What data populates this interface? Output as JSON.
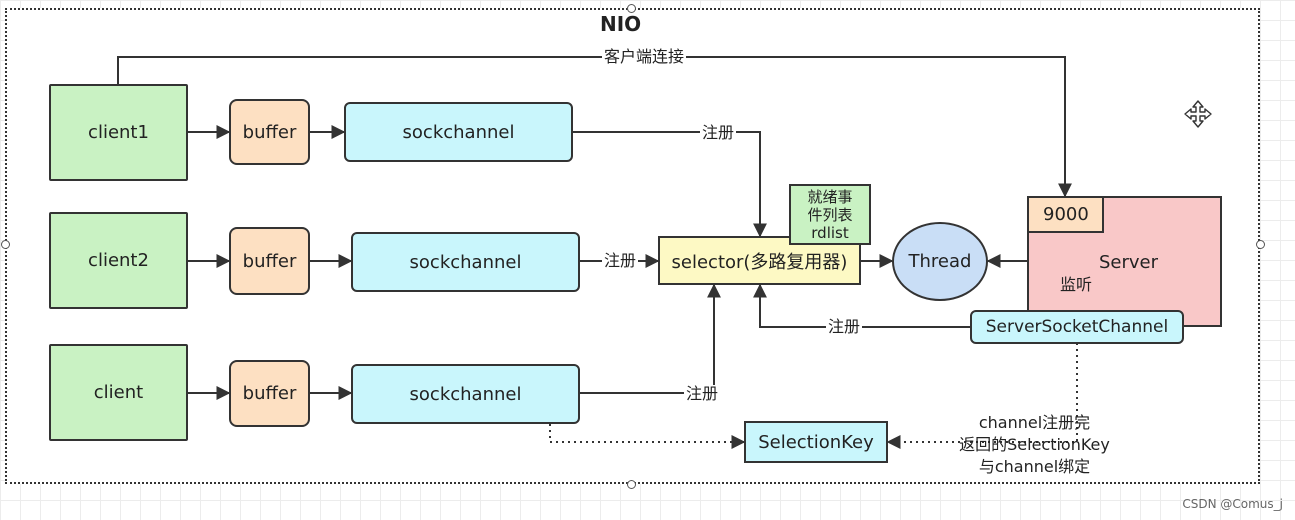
{
  "title": "NIO",
  "clients": [
    "client1",
    "client2",
    "client"
  ],
  "buffer_label": "buffer",
  "sockchannel_label": "sockchannel",
  "selector_label": "selector(多路复用器)",
  "ready_list": [
    "就绪事",
    "件列表",
    "rdlist"
  ],
  "thread_label": "Thread",
  "server_label": "Server",
  "port_label": "9000",
  "ssc_label": "ServerSocketChannel",
  "selection_key_label": "SelectionKey",
  "client_connect_label": "客户端连接",
  "register_label": "注册",
  "listen_label": "监听",
  "binding_note": [
    "channel注册完",
    "返回的SelectionKey",
    "与channel绑定"
  ],
  "move_icon": "move-cursor-icon",
  "watermark": "CSDN @Comus_j"
}
